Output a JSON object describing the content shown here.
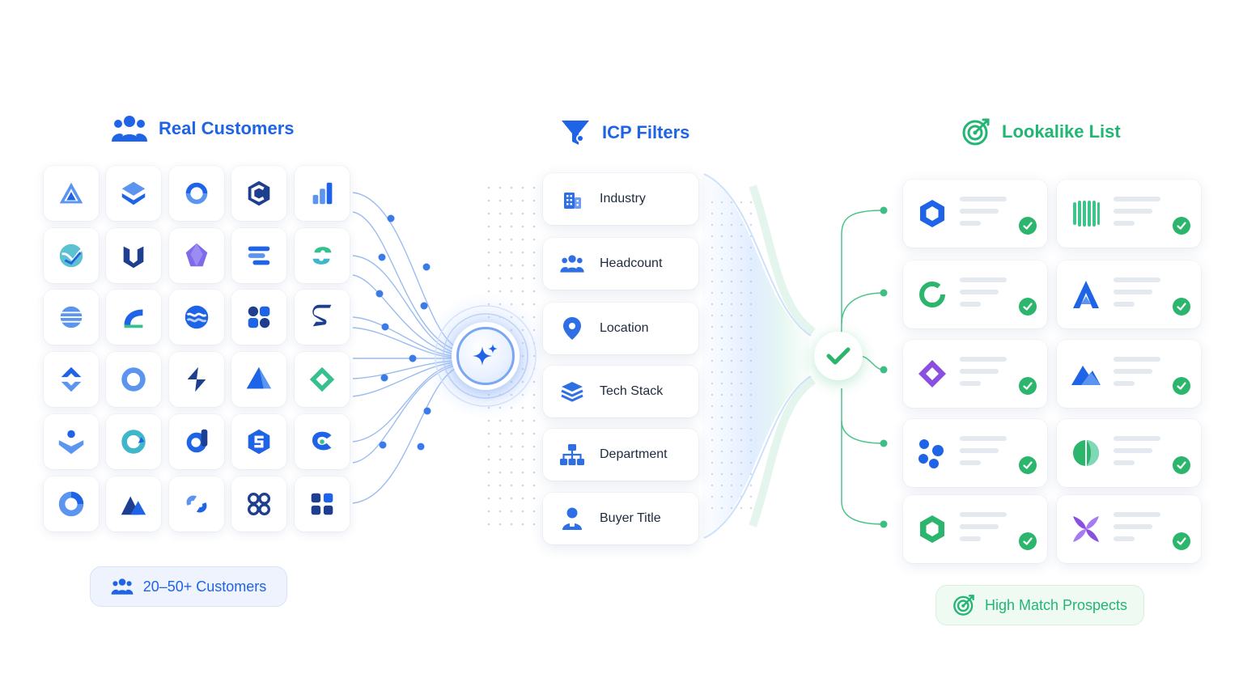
{
  "left_panel": {
    "title": "Real Customers",
    "title_icon": "users-icon",
    "badge": "20–50+ Customers",
    "badge_icon": "users-icon",
    "logo_icons": [
      "triangle-logo-icon",
      "stacked-diamond-logo-icon",
      "ring-arrows-logo-icon",
      "hex-c-logo-icon",
      "bars-logo-icon",
      "globe-check-logo-icon",
      "u-logo-icon",
      "gem-logo-icon",
      "stripes-logo-icon",
      "swirl-logo-icon",
      "striped-circle-logo-icon",
      "wave-logo-icon",
      "waves-circle-logo-icon",
      "four-dots-logo-icon",
      "s-logo-icon",
      "diamond-arrows-logo-icon",
      "ring-logo-icon",
      "bolt-logo-icon",
      "pyramid-logo-icon",
      "diamond-outline-logo-icon",
      "person-logo-icon",
      "c-ring-logo-icon",
      "d-logo-icon",
      "hex-s-logo-icon",
      "c-shape-logo-icon",
      "donut-logo-icon",
      "mountains-logo-icon",
      "link-logo-icon",
      "loops-logo-icon",
      "squares-logo-icon"
    ]
  },
  "center": {
    "hub_icon": "sparkle-icon"
  },
  "middle_panel": {
    "title": "ICP Filters",
    "title_icon": "funnel-icon",
    "filters": [
      {
        "label": "Industry",
        "icon": "building-icon"
      },
      {
        "label": "Headcount",
        "icon": "users-icon"
      },
      {
        "label": "Location",
        "icon": "location-pin-icon"
      },
      {
        "label": "Tech Stack",
        "icon": "layers-icon"
      },
      {
        "label": "Department",
        "icon": "org-chart-icon"
      },
      {
        "label": "Buyer Title",
        "icon": "person-badge-icon"
      }
    ]
  },
  "right_panel": {
    "title": "Lookalike List",
    "title_icon": "target-icon",
    "badge": "High Match Prospects",
    "badge_icon": "target-icon",
    "results": [
      {
        "logo": "hexagon-logo-icon",
        "color": "#1f63e6",
        "matched": true
      },
      {
        "logo": "barcode-logo-icon",
        "color": "#3cc48b",
        "matched": true
      },
      {
        "logo": "ring-logo-icon",
        "color": "#2cb56c",
        "matched": true
      },
      {
        "logo": "a-logo-icon",
        "color": "#1f63e6",
        "matched": true
      },
      {
        "logo": "diamond-logo-icon",
        "color": "#8b4fe0",
        "matched": true
      },
      {
        "logo": "mountain-logo-icon",
        "color": "#1f63e6",
        "matched": true
      },
      {
        "logo": "dots-logo-icon",
        "color": "#1f63e6",
        "matched": true
      },
      {
        "logo": "leaf-logo-icon",
        "color": "#2cb56c",
        "matched": true
      },
      {
        "logo": "hexagon-outline-logo-icon",
        "color": "#2cb56c",
        "matched": true
      },
      {
        "logo": "x-petals-logo-icon",
        "color": "#8b4fe0",
        "matched": true
      }
    ]
  },
  "colors": {
    "blue": "#1f63e6",
    "green": "#22b573",
    "check_green": "#2cb56c",
    "text": "#1f2b3d"
  }
}
